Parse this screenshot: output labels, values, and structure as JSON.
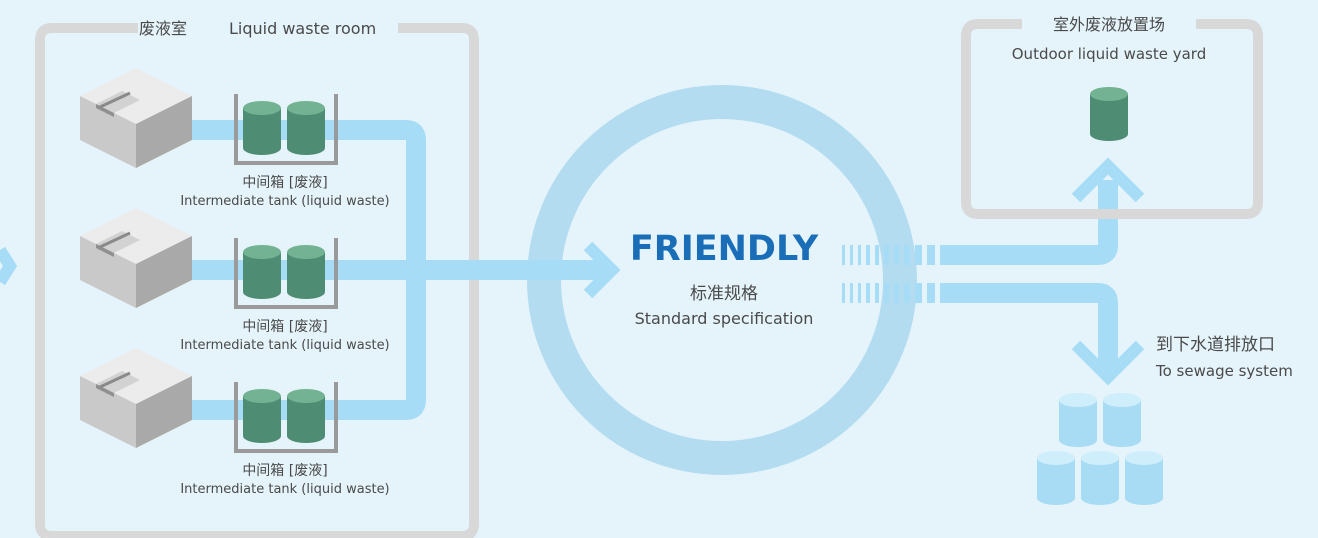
{
  "liquid_waste_room": {
    "title_cn": "废液室",
    "title_en": "Liquid waste room"
  },
  "tanks": [
    {
      "label_cn": "中间箱 [废液]",
      "label_en": "Intermediate tank (liquid waste)"
    },
    {
      "label_cn": "中间箱 [废液]",
      "label_en": "Intermediate tank (liquid waste)"
    },
    {
      "label_cn": "中间箱 [废液]",
      "label_en": "Intermediate tank (liquid waste)"
    }
  ],
  "center": {
    "brand": "FRIENDLY",
    "subtitle_cn": "标准规格",
    "subtitle_en": "Standard specification"
  },
  "outdoor_yard": {
    "title_cn": "室外废液放置场",
    "title_en": "Outdoor liquid waste yard"
  },
  "sewage": {
    "label_cn": "到下水道排放口",
    "label_en": "To sewage system"
  },
  "colors": {
    "background": "#e5f4fb",
    "frame": "#d8d8d8",
    "flow": "#a6dcf5",
    "ring": "#b3dcf0",
    "drum_green": "#4e8c73",
    "drum_light": "#a8dcf5",
    "brand_blue": "#1a6eb8",
    "text": "#4a4a4a"
  },
  "icons": {
    "analyzer": "analyzer-machine-icon",
    "drum": "waste-drum-icon"
  }
}
